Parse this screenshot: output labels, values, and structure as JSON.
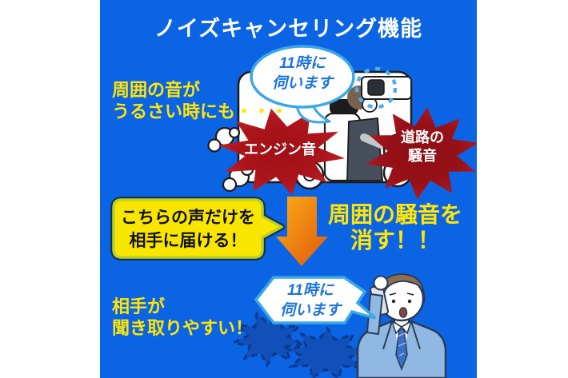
{
  "poster": {
    "title": "ノイズキャンセリング機能",
    "top_section": {
      "caption_line1": "周囲の音が",
      "caption_line2": "うるさい時にも・・・",
      "speech_bubble": {
        "line1": "11時に",
        "line2": "伺います"
      },
      "noise_burst_left_label": "エンジン音",
      "noise_burst_right_line1": "道路の",
      "noise_burst_right_line2": "騒音"
    },
    "middle_section": {
      "callout_line1": "こちらの声だけを",
      "callout_line2": "相手に届ける！",
      "result_line1": "周囲の騒音を",
      "result_line2": "消す！！"
    },
    "bottom_section": {
      "caption_line1": "相手が",
      "caption_line2": "聞き取りやすい！",
      "speech_bubble": {
        "line1": "11時に",
        "line2": "伺います"
      }
    },
    "icons": [
      "down-arrow-icon",
      "speech-bubble-icon",
      "noise-burst-icon",
      "muted-burst-icon",
      "exhaust-smoke-icon",
      "highlight-dashed-circle-icon",
      "speakerphone-icon",
      "phone-icon",
      "delivery-van-icon",
      "driver-icon",
      "caller-icon"
    ],
    "colors": {
      "background_blue": "#0b64e4",
      "accent_yellow": "#ffe606",
      "title_white": "#ffffff",
      "burst_red_left": "#b5161d",
      "burst_red_right": "#9a1118",
      "arrow_orange_top": "#f9ae18",
      "arrow_orange_bottom": "#e3560b",
      "bubble_border_blue": "#3aa7e8",
      "bubble_text_blue": "#1b74d9",
      "callout_fill_yellow": "#f9e600",
      "callout_border_lime": "#bdd21e",
      "muted_burst_navy": "#1150b8",
      "suit_light_blue": "#8fb8e2"
    }
  }
}
